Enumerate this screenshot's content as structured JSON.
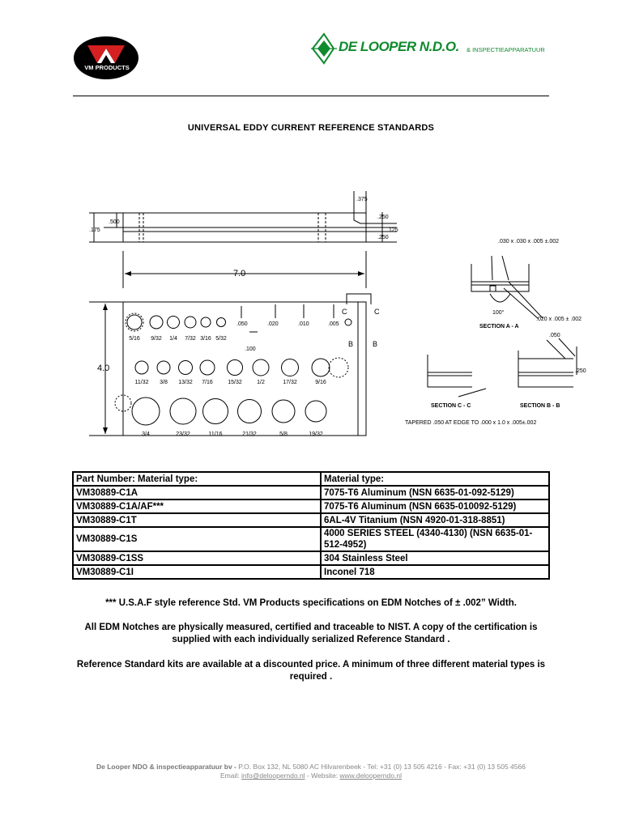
{
  "header": {
    "vm_logo_text": "VM PRODUCTS",
    "company_name": "DE LOOPER N.D.O.",
    "company_suffix": "& INSPECTIEAPPARATUUR",
    "brand_green": "#0f8a2e",
    "brand_red": "#d42020"
  },
  "title": "UNIVERSAL EDDY CURRENT REFERENCE STANDARDS",
  "drawing": {
    "dims": {
      "d375": ".375",
      "d250": ".250",
      "d125": "125",
      "d250b": ".250",
      "d500": ".500",
      "d175": ".175",
      "length": "7.0",
      "height": "4.0",
      "d050": ".050",
      "d100": ".100",
      "d020": ".020",
      "d010": ".010",
      "d005": ".005",
      "c1": "C",
      "c2": "C",
      "b1": "B",
      "b2": "B"
    },
    "row1_labels": [
      "5/16",
      "9/32",
      "1/4",
      "7/32",
      "3/16",
      "5/32"
    ],
    "row2_labels": [
      "11/32",
      "3/8",
      "13/32",
      "7/16",
      "15/32",
      "1/2",
      "17/32",
      "9/16"
    ],
    "row3_labels": [
      "3/4",
      "23/32",
      "11/16",
      "21/32",
      "5/8",
      "19/32"
    ],
    "section_a": {
      "title": "SECTION A - A",
      "top_dim": ".030 x .030 x .005 ±.002",
      "angle": "100°",
      "side_dim": ".020 x .005 ± .002"
    },
    "section_c_title": "SECTION C - C",
    "section_b": {
      "title": "SECTION B - B",
      "dim1": ".050",
      "dim2": ".250"
    },
    "tapered_note": "TAPERED .050 AT EDGE TO .000 x 1.0 x .005±.002"
  },
  "table": {
    "header": [
      "Part Number: Material type:",
      "Material type:"
    ],
    "rows": [
      [
        "VM30889-C1A",
        "7075-T6 Aluminum (NSN 6635-01-092-5129)"
      ],
      [
        "VM30889-C1A/AF***",
        "7075-T6 Aluminum (NSN 6635-010092-5129)"
      ],
      [
        "VM30889-C1T",
        "6AL-4V Titanium (NSN 4920-01-318-8851)"
      ],
      [
        "VM30889-C1S",
        "4000 SERIES STEEL (4340-4130) (NSN 6635-01-512-4952)"
      ],
      [
        "VM30889-C1SS",
        "304 Stainless Steel"
      ],
      [
        "VM30889-C1I",
        "Inconel 718"
      ]
    ]
  },
  "notes": {
    "usaf": "*** U.S.A.F style reference Std. VM Products specifications on EDM Notches of ± .002” Width.",
    "nist": "All EDM Notches are physically measured, certified and traceable to NIST. A copy of the certification is supplied with each individually serialized Reference Standard .",
    "kits": "Reference Standard kits are available at a discounted price. A minimum of three different material types is required ."
  },
  "footer": {
    "company": "De Looper NDO & inspectieapparatuur bv - ",
    "address": "P.O. Box 132, NL 5080 AC  Hilvarenbeek - Tel: +31 (0) 13 505 4216 -  Fax: +31 (0) 13 505 4566",
    "email_label": "Email: ",
    "email": "info@delooperndo.nl",
    "website_label": " - Website: ",
    "website": "www.delooperndo.nl"
  }
}
